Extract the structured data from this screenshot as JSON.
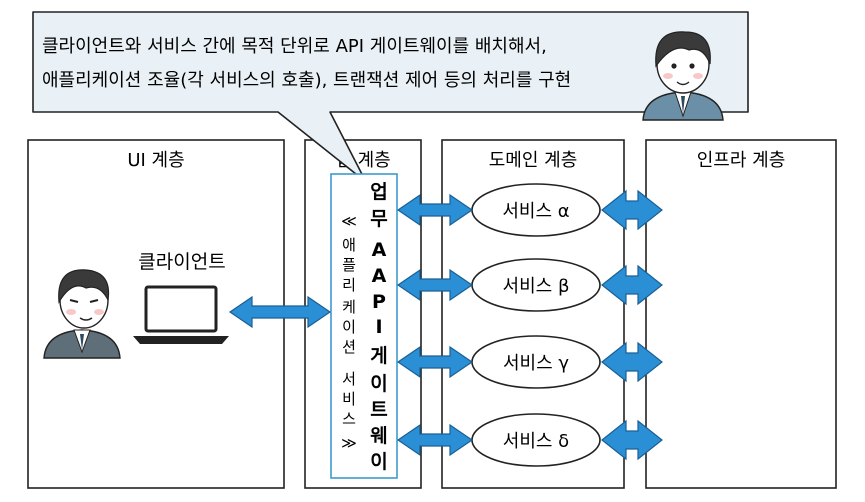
{
  "callout": {
    "line1": "클라이언트와 서비스 간에 목적 단위로 API 게이트웨이를 배치해서,",
    "line2": "애플리케이션 조율(각 서비스의 호출), 트랜잭션 제어 등의 처리를 구현"
  },
  "layers": {
    "ui": "UI 계층",
    "app": "앱 계층",
    "domain": "도메인 계층",
    "infra": "인프라 계층"
  },
  "client_label": "클라이언트",
  "gateway": {
    "main_chars": [
      "업",
      "무",
      "A",
      "A",
      "P",
      "I",
      "게",
      "이",
      "트",
      "웨",
      "이"
    ],
    "sub_chars": [
      "≪",
      "애",
      "플",
      "리",
      "케",
      "이",
      "션",
      "서",
      "비",
      "스",
      "≫"
    ]
  },
  "services": [
    "서비스 α",
    "서비스 β",
    "서비스 γ",
    "서비스 δ"
  ],
  "colors": {
    "arrow_fill": "#2b8fd6",
    "arrow_stroke": "#1a5f95",
    "callout_fill": "#e9f1f6",
    "gateway_border": "#3d9ad1",
    "line": "#222222"
  }
}
